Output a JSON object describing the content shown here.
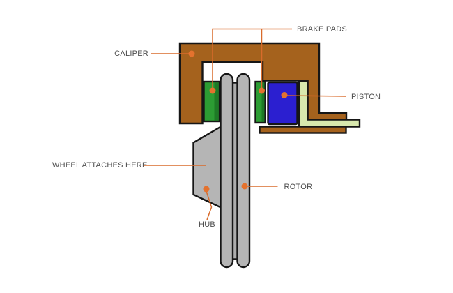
{
  "diagram": {
    "labels": {
      "brake_pads": "BRAKE PADS",
      "caliper": "CALIPER",
      "piston": "PISTON",
      "wheel_attachment": "WHEEL ATTACHES HERE",
      "rotor": "ROTOR",
      "hub": "HUB"
    },
    "colors": {
      "caliper_body": "#A5621D",
      "brake_pad": "#2C9C33",
      "brake_pad_shade": "#1E7A26",
      "piston": "#2B1FD0",
      "fluid_line": "#D8E8AE",
      "metal": "#B5B5B5",
      "metal_dark": "#ACACAC",
      "outline": "#161616",
      "leader_line": "#D96B2B",
      "marker_dot": "#E4722E",
      "label_text": "#4D4D4D",
      "background": "#FFFFFF"
    }
  }
}
